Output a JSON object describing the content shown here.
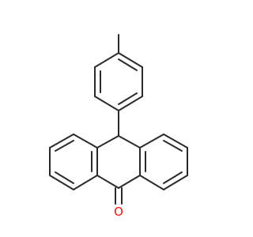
{
  "molecule": {
    "atoms": [
      {
        "id": "O1",
        "symbol": "O",
        "label": "O"
      }
    ]
  },
  "colors": {
    "bond": "#2a2a2a",
    "oxygen": "#ff0d0d",
    "background": "#ffffff"
  }
}
